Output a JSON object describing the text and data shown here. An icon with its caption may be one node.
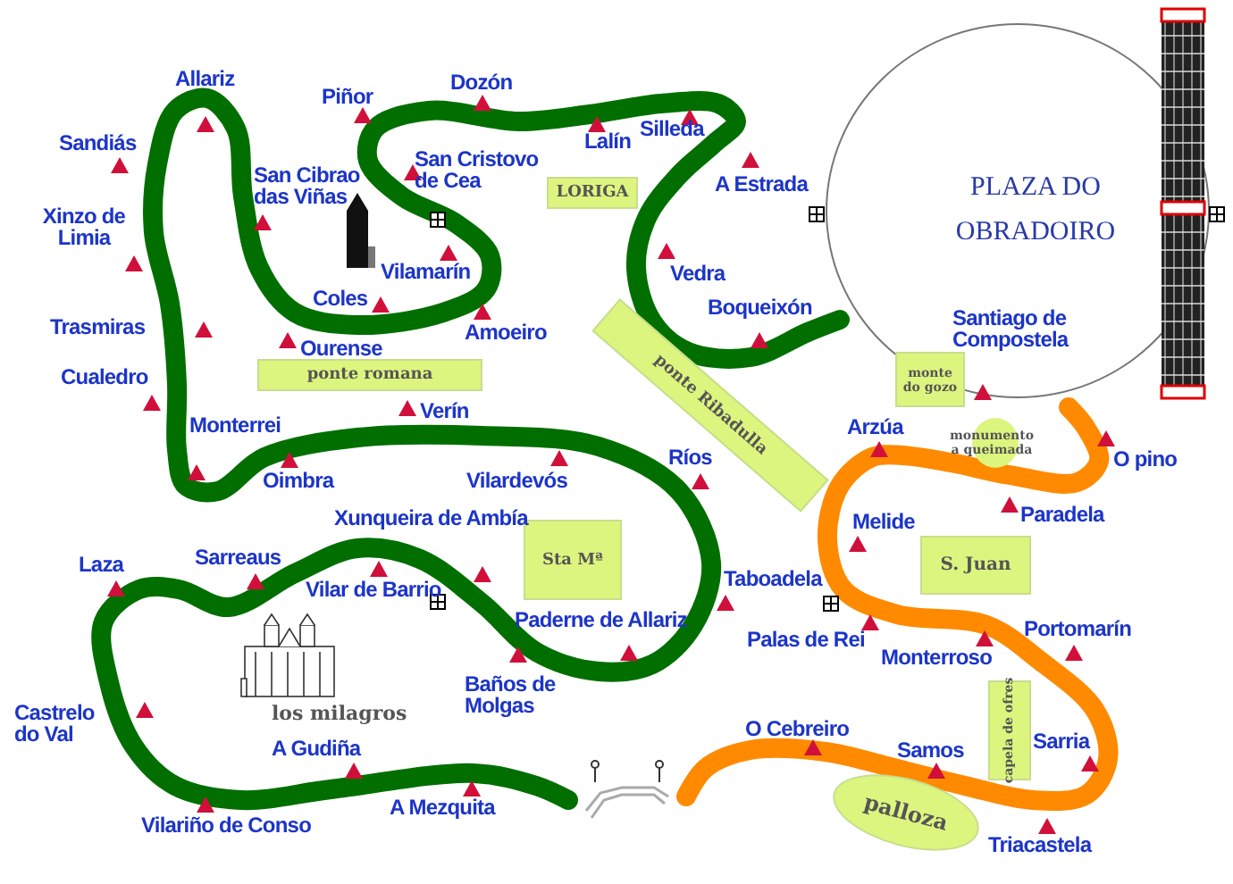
{
  "diagram": {
    "nodes": [
      {
        "text": [
          "LORIGA"
        ]
      },
      {
        "text": [
          "ponte romana"
        ]
      },
      {
        "text": [
          "ponte Ribadulla"
        ]
      },
      {
        "text": [
          "Sta Mª"
        ]
      },
      {
        "text": [
          "S. Juan"
        ]
      },
      {
        "text": [
          "monte do gozo"
        ]
      },
      {
        "text": [
          "monumento a queimada"
        ]
      },
      {
        "text": [
          "capela de ofres"
        ]
      },
      {
        "text": [
          "palloza"
        ]
      },
      {
        "text": [
          "PLAZA DO OBRADOIRO"
        ]
      }
    ],
    "labels": [
      "Allariz",
      "Dozón",
      "Piñor",
      "Sandiás",
      "Lalín",
      "Silleda",
      "San Cristovo de Cea",
      "San Cibrao das Viñas",
      "A Estrada",
      "Xinzo de Limia",
      "Vilamarín",
      "Vedra",
      "Coles",
      "Boqueixón",
      "Santiago de Compostela",
      "Trasmiras",
      "Amoeiro",
      "Ourense",
      "Cualedro",
      "Verín",
      "Monterrei",
      "Arzúa",
      "Ríos",
      "O pino",
      "Oimbra",
      "Vilardevós",
      "Xunqueira de Ambía",
      "Melide",
      "Paradela",
      "Sarreaus",
      "Laza",
      "Taboadela",
      "Vilar de Barrio",
      "Paderne de Allariz",
      "Portomarín",
      "Palas de Rei",
      "Monterroso",
      "Baños de Molgas",
      "Castrelo do Val",
      "los milagros",
      "O Cebreiro",
      "Sarria",
      "A Gudiña",
      "Samos",
      "A Mezquita",
      "Vilariño de Conso",
      "Triacastela"
    ]
  }
}
